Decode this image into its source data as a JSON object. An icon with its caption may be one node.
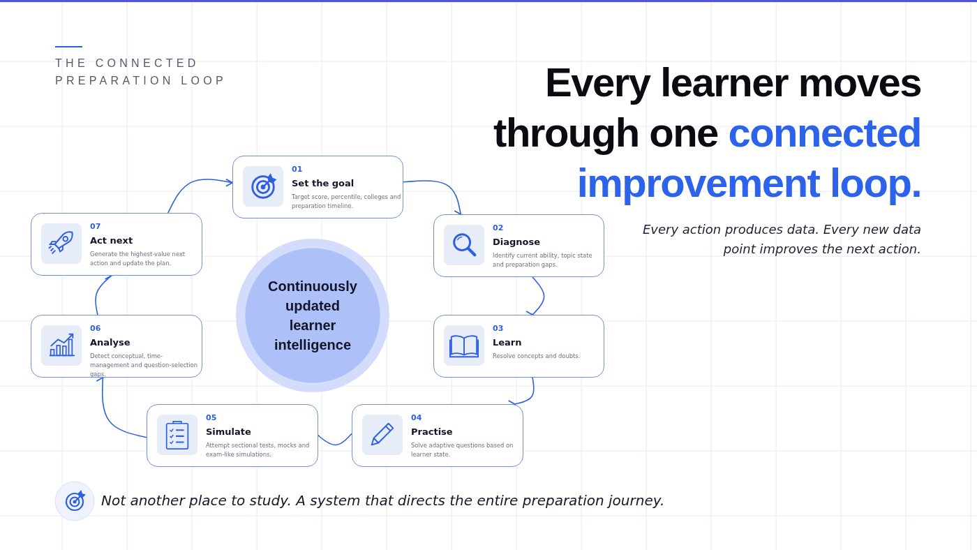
{
  "diagram": {
    "title": "Every learner moves through one **connected improvement loop.**",
    "nodes": [
      {
        "text": [
          "01",
          "Set the goal",
          "Target score, percentile, colleges and preparation timeline."
        ]
      },
      {
        "text": [
          "02",
          "Diagnose",
          "Identify current ability, topic state and preparation gaps."
        ]
      },
      {
        "text": [
          "03",
          "Learn",
          "Resolve concepts and doubts."
        ]
      },
      {
        "text": [
          "04",
          "Practise",
          "Solve adaptive questions based on learner state."
        ]
      },
      {
        "text": [
          "05",
          "Simulate",
          "Attempt sectional tests, mocks and exam-like simulations."
        ]
      },
      {
        "text": [
          "06",
          "Analyse",
          "Detect conceptual, time-management and question-selection gaps."
        ]
      },
      {
        "text": [
          "07",
          "Act next",
          "Generate the highest-value next action and update the plan."
        ]
      },
      {
        "text": [
          "Continuously updated learner intelligence"
        ]
      }
    ],
    "edges": [
      {
        "from": 0,
        "to": 1,
        "arrow": "to"
      },
      {
        "from": 1,
        "to": 2,
        "arrow": "to"
      },
      {
        "from": 2,
        "to": 3,
        "arrow": "to"
      },
      {
        "from": 3,
        "to": 4,
        "arrow": "to"
      },
      {
        "from": 4,
        "to": 5,
        "arrow": "to"
      },
      {
        "from": 5,
        "to": 6,
        "arrow": "to"
      },
      {
        "from": 6,
        "to": 0,
        "arrow": "to"
      }
    ],
    "labels": [
      "THE CONNECTED PREPARATION LOOP",
      "Every action produces data. Every new data point improves the next action.",
      "Not another place to study. A system that directs the entire preparation journey."
    ]
  }
}
